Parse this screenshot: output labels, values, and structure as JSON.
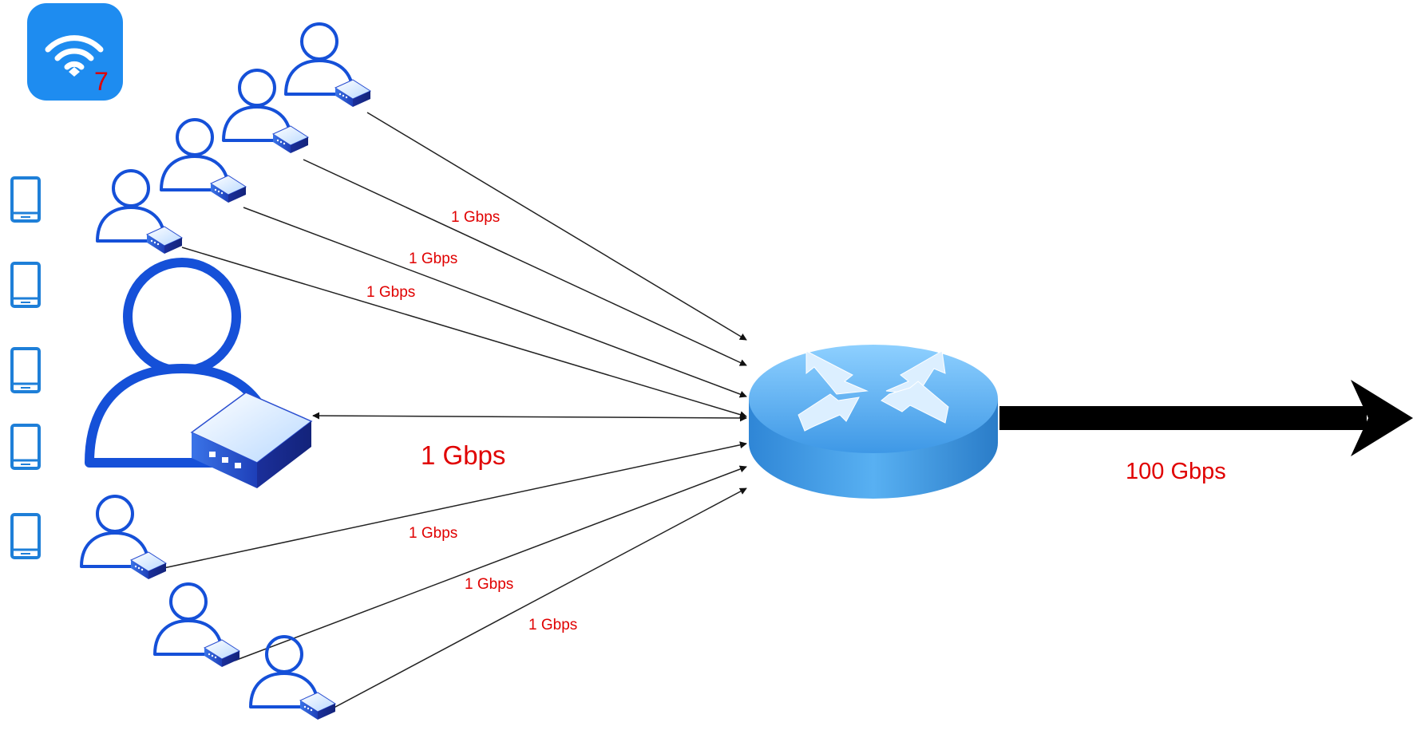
{
  "wifi_app": {
    "icon": "wifi-icon",
    "badge": "7",
    "tile_color": "#1e8cf0"
  },
  "phones": {
    "icon": "smartphone-icon",
    "count": 5,
    "color": "#1e7fd8"
  },
  "users": {
    "main": {
      "icon": "user-icon",
      "device_icon": "modem-icon",
      "link_label": "1 Gbps"
    },
    "upper_labels": [
      "1 Gbps",
      "1 Gbps",
      "1 Gbps"
    ],
    "lower_labels": [
      "1 Gbps",
      "1 Gbps",
      "1 Gbps"
    ]
  },
  "router": {
    "icon": "router-icon",
    "color": "#4aa3e8"
  },
  "uplink": {
    "label": "100 Gbps",
    "arrow_color": "#000000"
  },
  "colors": {
    "user_outline": "#1550d8",
    "label": "#e00000",
    "line": "#222222"
  }
}
